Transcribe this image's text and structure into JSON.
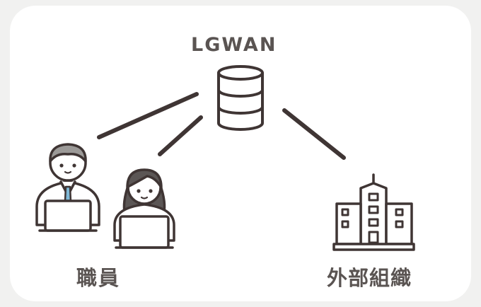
{
  "labels": {
    "network": "LGWAN",
    "staff": "職員",
    "external": "外部組織"
  },
  "icons": {
    "network": "database-icon",
    "staff_male": "male-worker-laptop-icon",
    "staff_female": "female-worker-laptop-icon",
    "external": "office-building-icon"
  },
  "colors": {
    "line": "#3f3534",
    "text": "#5a5452",
    "accent_tie": "#7fb8d6",
    "hair_gray": "#9c9a98",
    "hair_dark": "#5b5655",
    "background": "#ffffff"
  }
}
